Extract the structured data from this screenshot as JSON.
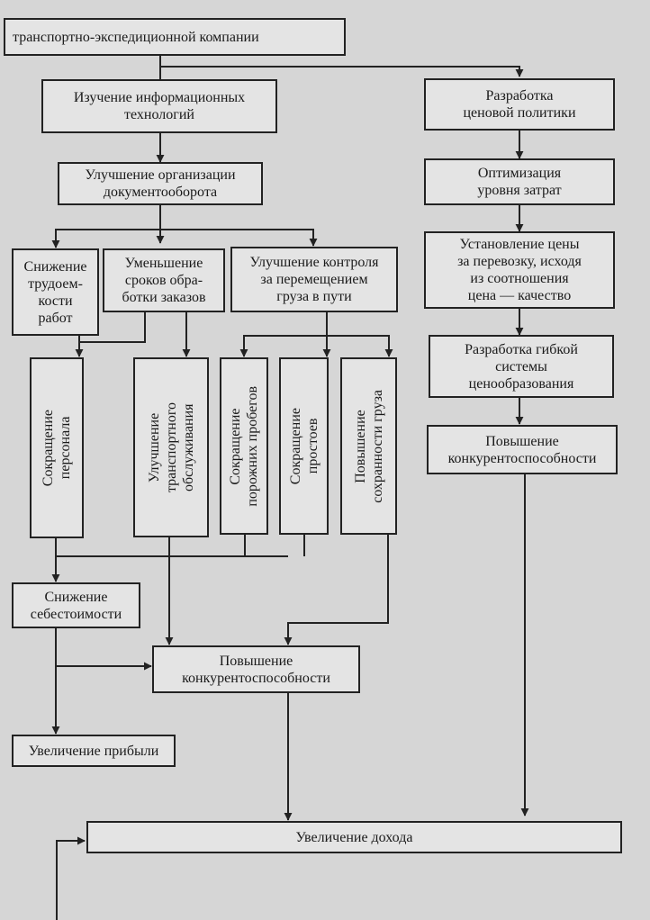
{
  "diagram": {
    "nodes": {
      "top": "транспортно-экспедиционной компании",
      "info_tech": "Изучение информационных\nтехнологий",
      "price_policy": "Разработка\nценовой политики",
      "doc_flow": "Улучшение организации\nдокументооборота",
      "cost_opt": "Оптимизация\nуровня затрат",
      "labor": "Снижение\nтрудоем-\nкости\nработ",
      "order_time": "Уменьшение\nсроков обра-\nботки заказов",
      "cargo_control": "Улучшение контроля\nза перемещением\nгруза в пути",
      "set_price": "Установление цены\nза перевозку, исходя\nиз соотношения\nцена — качество",
      "flex_pricing": "Разработка гибкой\nсистемы\nценообразования",
      "staff": "Сокращение\nперсонала",
      "transport_service": "Улучшение\nтранспортного\nобслуживания",
      "empty_runs": "Сокращение\nпорожних пробегов",
      "idle": "Сокращение\nпростоев",
      "cargo_safety": "Повышение\nсохранности груза",
      "competitiveness_right": "Повышение\nконкурентоспособности",
      "cost_reduction": "Снижение\nсебестоимости",
      "competitiveness_center": "Повышение\nконкурентоспособности",
      "profit": "Увеличение прибыли",
      "income": "Увеличение дохода"
    }
  }
}
